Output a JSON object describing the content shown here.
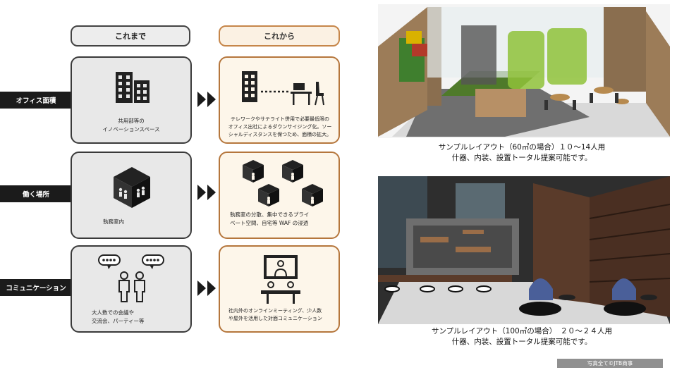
{
  "columns": {
    "before": "これまで",
    "after": "これから"
  },
  "rows": [
    {
      "label": "オフィス面積",
      "before_caption": [
        "共用部等の",
        "イノベーションスペース"
      ],
      "after_caption": [
        "テレワークやサテライト併用で必要最低限の",
        "オフィス出社によるダウンサイジング化。ソー",
        "シャルディスタンスを保つため、面積の拡大。"
      ]
    },
    {
      "label": "働く場所",
      "before_caption": [
        "執務室内"
      ],
      "after_caption": [
        "執務室の分散、集中できるプライ",
        "ベート空間、自宅等 WAF の浸透"
      ]
    },
    {
      "label": "コミュニケーション",
      "before_caption": [
        "大人数での会議や",
        "交流会、パーティー等"
      ],
      "after_caption": [
        "社内外のオンラインミーティング、少人数",
        "や屋外を活用した対面コミュニケーション"
      ]
    }
  ],
  "layouts": [
    {
      "caption_line1": "サンプルレイアウト（60㎡の場合）１０～14人用",
      "caption_line2": "什器、内装、設置トータル提案可能です。"
    },
    {
      "caption_line1": "サンプルレイアウト（100㎡の場合）　２０～２４人用",
      "caption_line2": "什器、内装、設置トータル提案可能です。"
    }
  ],
  "credit": "写真全て©JTB商事",
  "icons": [
    "office-building-icon",
    "desk-chair-icon",
    "office-cube-icon",
    "people-chat-icon",
    "video-meeting-icon",
    "chevron-right-icon"
  ],
  "colors": {
    "before_border": "#3a3a3a",
    "before_fill": "#e8e8e8",
    "after_border": "#b5763c",
    "after_fill": "#fdf6ea",
    "label_bg": "#1b1b1b"
  }
}
